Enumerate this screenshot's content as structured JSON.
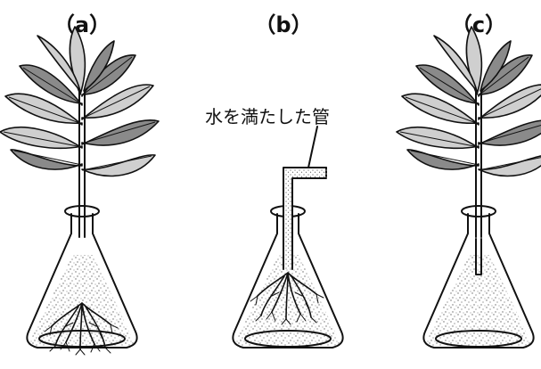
{
  "panels": [
    {
      "id": "a",
      "label": "（a）",
      "has_leaves": true,
      "has_roots": true,
      "has_tube": false
    },
    {
      "id": "b",
      "label": "（b）",
      "has_leaves": false,
      "has_roots": true,
      "has_tube": true
    },
    {
      "id": "c",
      "label": "（c）",
      "has_leaves": true,
      "has_roots": false,
      "has_tube": false
    }
  ],
  "annotation": "水を満たした管",
  "colors": {
    "ink": "#111111",
    "leaf_dark": "#8a8a8a",
    "leaf_light": "#cfcfcf",
    "dot": "#6b6b6b"
  }
}
